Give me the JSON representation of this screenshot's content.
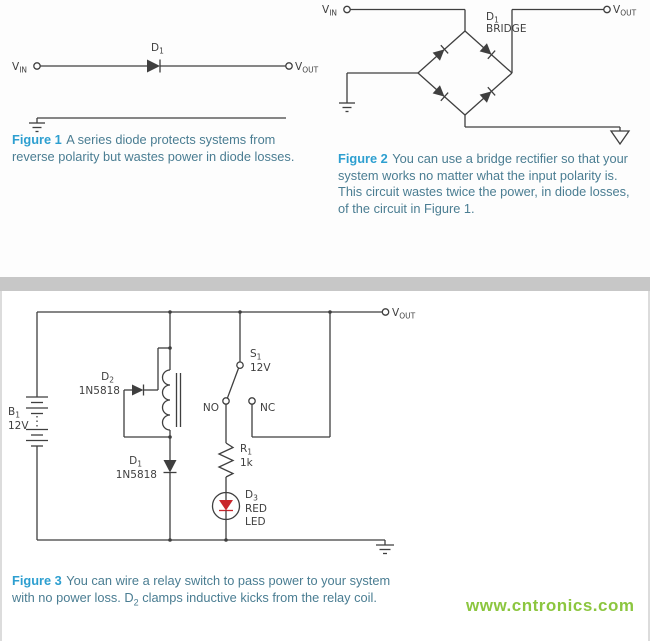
{
  "figure1": {
    "labels": {
      "vin_main": "V",
      "vin_sub": "IN",
      "vout_main": "V",
      "vout_sub": "OUT",
      "d1_main": "D",
      "d1_sub": "1"
    },
    "caption": {
      "tag": "Figure 1",
      "text": "A series diode protects systems from reverse polarity but wastes power in diode losses."
    }
  },
  "figure2": {
    "labels": {
      "vin_main": "V",
      "vin_sub": "IN",
      "vout_main": "V",
      "vout_sub": "OUT",
      "d1_main": "D",
      "d1_sub": "1",
      "bridge": "BRIDGE"
    },
    "caption": {
      "tag": "Figure 2",
      "text": "You can use a bridge rectifier so that your system works no matter what the input polarity is. This circuit wastes twice the power, in diode losses, of the circuit in Figure 1."
    }
  },
  "figure3": {
    "labels": {
      "vout_main": "V",
      "vout_sub": "OUT",
      "b1_main": "B",
      "b1_sub": "1",
      "b1_value": "12V",
      "s1_main": "S",
      "s1_sub": "1",
      "s1_value": "12V",
      "no": "NO",
      "nc": "NC",
      "d2_main": "D",
      "d2_sub": "2",
      "d2_part": "1N5818",
      "d1_main": "D",
      "d1_sub": "1",
      "d1_part": "1N5818",
      "r1_main": "R",
      "r1_sub": "1",
      "r1_value": "1k",
      "d3_main": "D",
      "d3_sub": "3",
      "d3_color": "RED",
      "d3_type": "LED"
    },
    "caption": {
      "tag": "Figure 3",
      "text_before_sub": "You can wire a relay switch to pass power to your system with no power loss. D",
      "sub": "2",
      "text_after_sub": " clamps inductive kicks from the relay coil."
    }
  },
  "watermark": "www.cntronics.com",
  "colors": {
    "figure_tag": "#2d9fd0",
    "caption_text": "#4a7d92",
    "circuit_line": "#3f3f3f",
    "led_red": "#c9252b",
    "watermark_green": "#8cc63f",
    "divider_gray": "#c7c7c7"
  }
}
